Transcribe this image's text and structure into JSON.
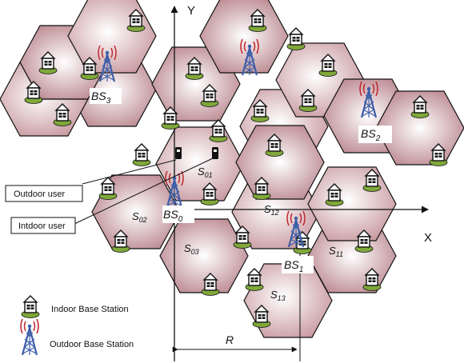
{
  "axes": {
    "x": "X",
    "y": "Y"
  },
  "base_stations": [
    {
      "main": "BS",
      "sub": "0"
    },
    {
      "main": "BS",
      "sub": "1"
    },
    {
      "main": "BS",
      "sub": "2"
    },
    {
      "main": "BS",
      "sub": "3"
    }
  ],
  "cells": [
    {
      "main": "S",
      "sub": "01"
    },
    {
      "main": "S",
      "sub": "02"
    },
    {
      "main": "S",
      "sub": "03"
    },
    {
      "main": "S",
      "sub": "11"
    },
    {
      "main": "S",
      "sub": "12"
    },
    {
      "main": "S",
      "sub": "13"
    }
  ],
  "dimension_label": "R",
  "callouts": {
    "outdoor_user": "Outdoor user",
    "indoor_user": "Intdoor user"
  },
  "legend": {
    "indoor": "Indoor Base Station",
    "outdoor": "Outdoor Base Station"
  },
  "colors": {
    "cell_light": "#ffffff",
    "cell_dark": "#b8848c",
    "tower": "#3d5ea8",
    "signal": "#c0282e"
  }
}
